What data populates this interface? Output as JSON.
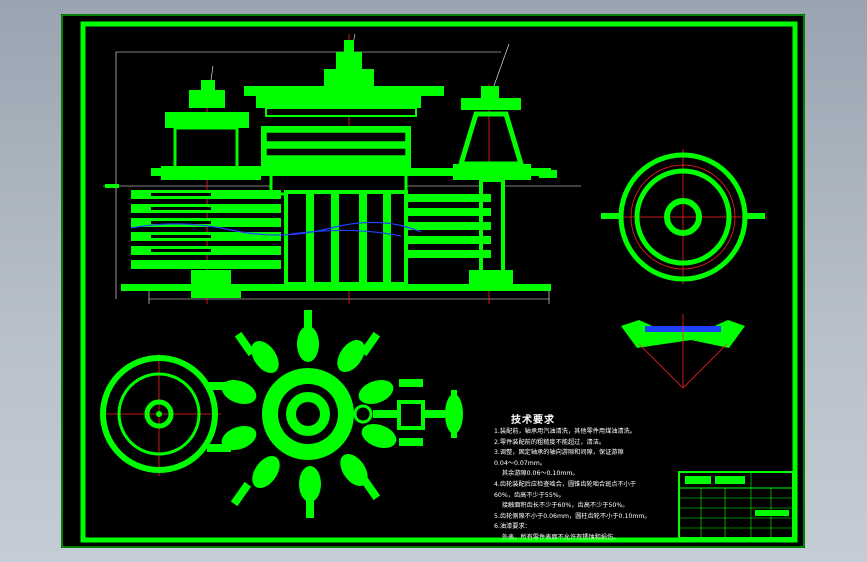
{
  "technical_requirements": {
    "title": "技术要求",
    "notes": [
      "1.装配前，轴承用汽油清洗，其他零件用煤油清洗。",
      "2.零件装配前的粗糙度不能超过，清洁。",
      "3.调整，固定轴承的轴向游隙和间隙，保证游隙",
      "0.04～0.07mm。",
      "    其余游隙0.06～0.10mm。",
      "4.齿轮装配后应检查啮合，圆锥齿轮啮合斑点不小于",
      "60%，齿高不少于55%。",
      "    接触面积齿长不少于60%，齿高不少于50%。",
      "5.齿轮侧隙不小于0.06mm，圆柱齿轮不小于0.10mm。",
      "6.油漆要求：",
      "    外表，所有零件表面不允许有锈蚀和损伤。"
    ]
  },
  "colors": {
    "background": "#000000",
    "frame": "#00ff00",
    "part_fill": "#00ff00",
    "center_line": "#ff2020",
    "dimension_line": "#ffffff",
    "hatch": "#2040ff",
    "workspace": "#aab3bd"
  }
}
